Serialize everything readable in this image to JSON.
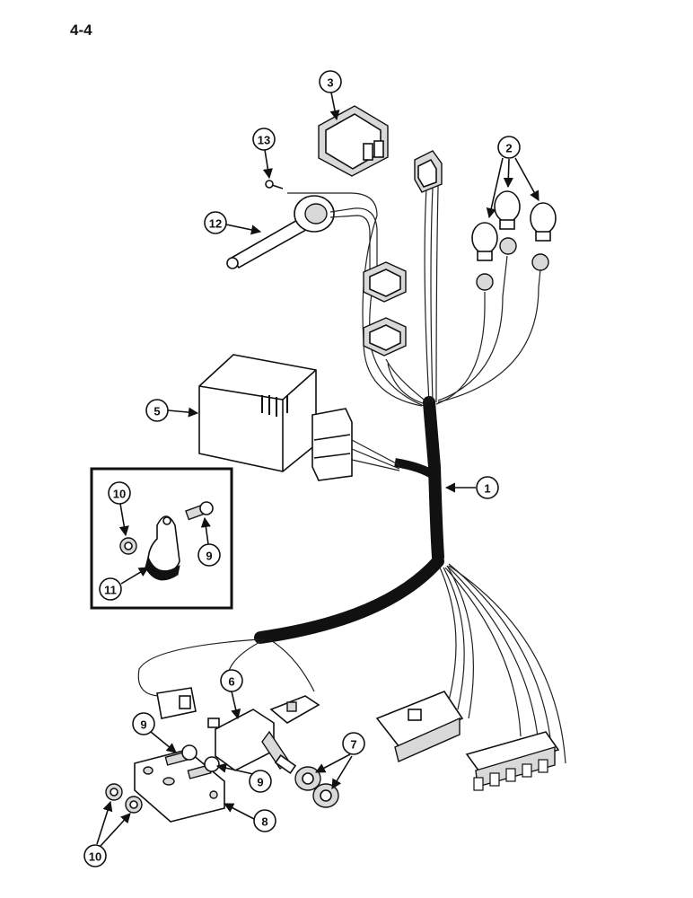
{
  "page": {
    "label": "4-4"
  },
  "callouts": {
    "c1": "1",
    "c2": "2",
    "c3": "3",
    "c5": "5",
    "c6": "6",
    "c7": "7",
    "c8": "8",
    "c9a": "9",
    "c9b": "9",
    "c9c": "9",
    "c10a": "10",
    "c10b": "10",
    "c11": "11",
    "c12": "12",
    "c13": "13"
  }
}
